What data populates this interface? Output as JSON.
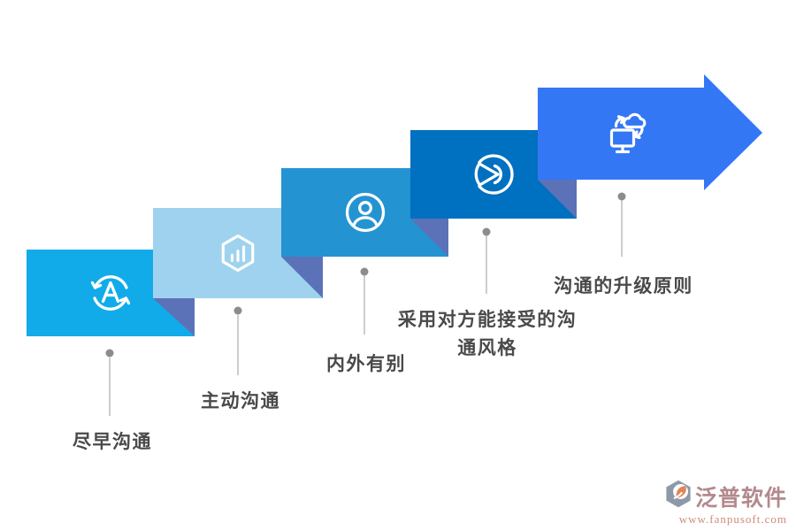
{
  "diagram": {
    "type": "ascending-step-arrow",
    "steps": [
      {
        "label": "尽早沟通",
        "icon": "translate-sync-icon",
        "color": "#12abe9"
      },
      {
        "label": "主动沟通",
        "icon": "hexagon-chart-icon",
        "color": "#9fd2ee"
      },
      {
        "label": "内外有别",
        "icon": "user-circle-icon",
        "color": "#2493d2"
      },
      {
        "label": "采用对方能接受的沟通风格",
        "icon": "pie-chart-icon",
        "color": "#0070c0"
      },
      {
        "label": "沟通的升级原则",
        "icon": "cloud-device-sync-icon",
        "color": "#3377f5"
      }
    ],
    "fold_color": "#5b72b8",
    "connector_line_color": "#9b9b9b",
    "connector_dot_color": "#8c8c8c",
    "label_color": "#4a4a4a",
    "icon_stroke_color": "#ffffff"
  },
  "watermark": {
    "brand": "泛普软件",
    "url": "www.fanpusoft.com",
    "brand_color": "#b3898d",
    "url_color": "#cf8a7a",
    "mark_gray": "#8d99a8",
    "mark_orange": "#e08558"
  }
}
